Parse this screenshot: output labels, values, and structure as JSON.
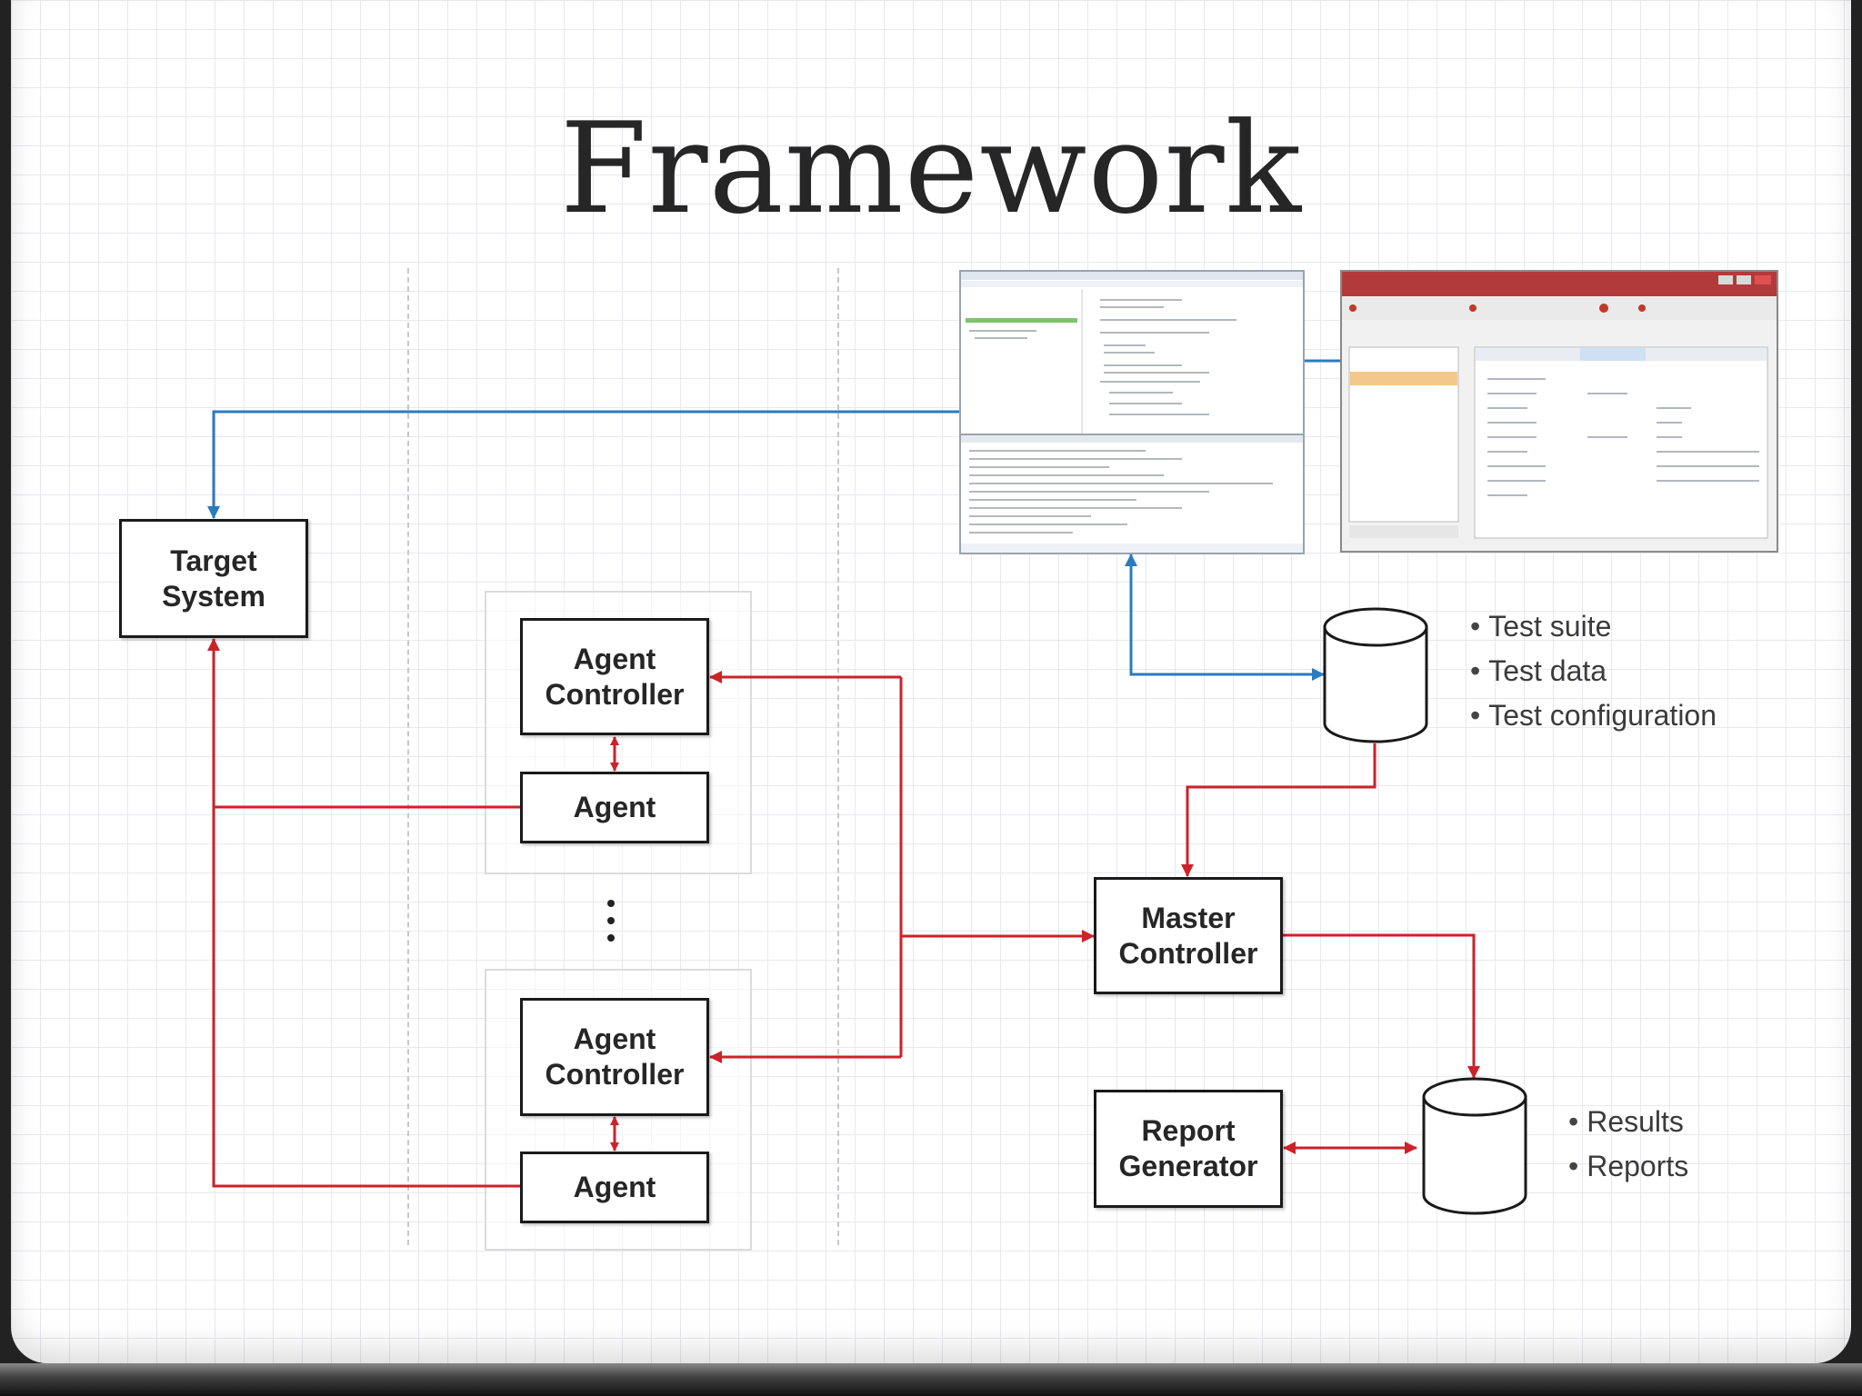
{
  "slide": {
    "title": "Framework"
  },
  "nodes": {
    "target_system": [
      "Target",
      "System"
    ],
    "agent_controller_top": [
      "Agent",
      "Controller"
    ],
    "agent_top": [
      "Agent"
    ],
    "agent_controller_bottom": [
      "Agent",
      "Controller"
    ],
    "agent_bottom": [
      "Agent"
    ],
    "master_controller": [
      "Master",
      "Controller"
    ],
    "report_generator": [
      "Report",
      "Generator"
    ]
  },
  "test_store": {
    "bullets": [
      "Test suite",
      "Test data",
      "Test configuration"
    ]
  },
  "results_store": {
    "bullets": [
      "Results",
      "Reports"
    ]
  },
  "colors": {
    "blue_link": "#2b7bbf",
    "red_link": "#cc2229",
    "box_border": "#1a1a1a",
    "title": "#262626"
  }
}
